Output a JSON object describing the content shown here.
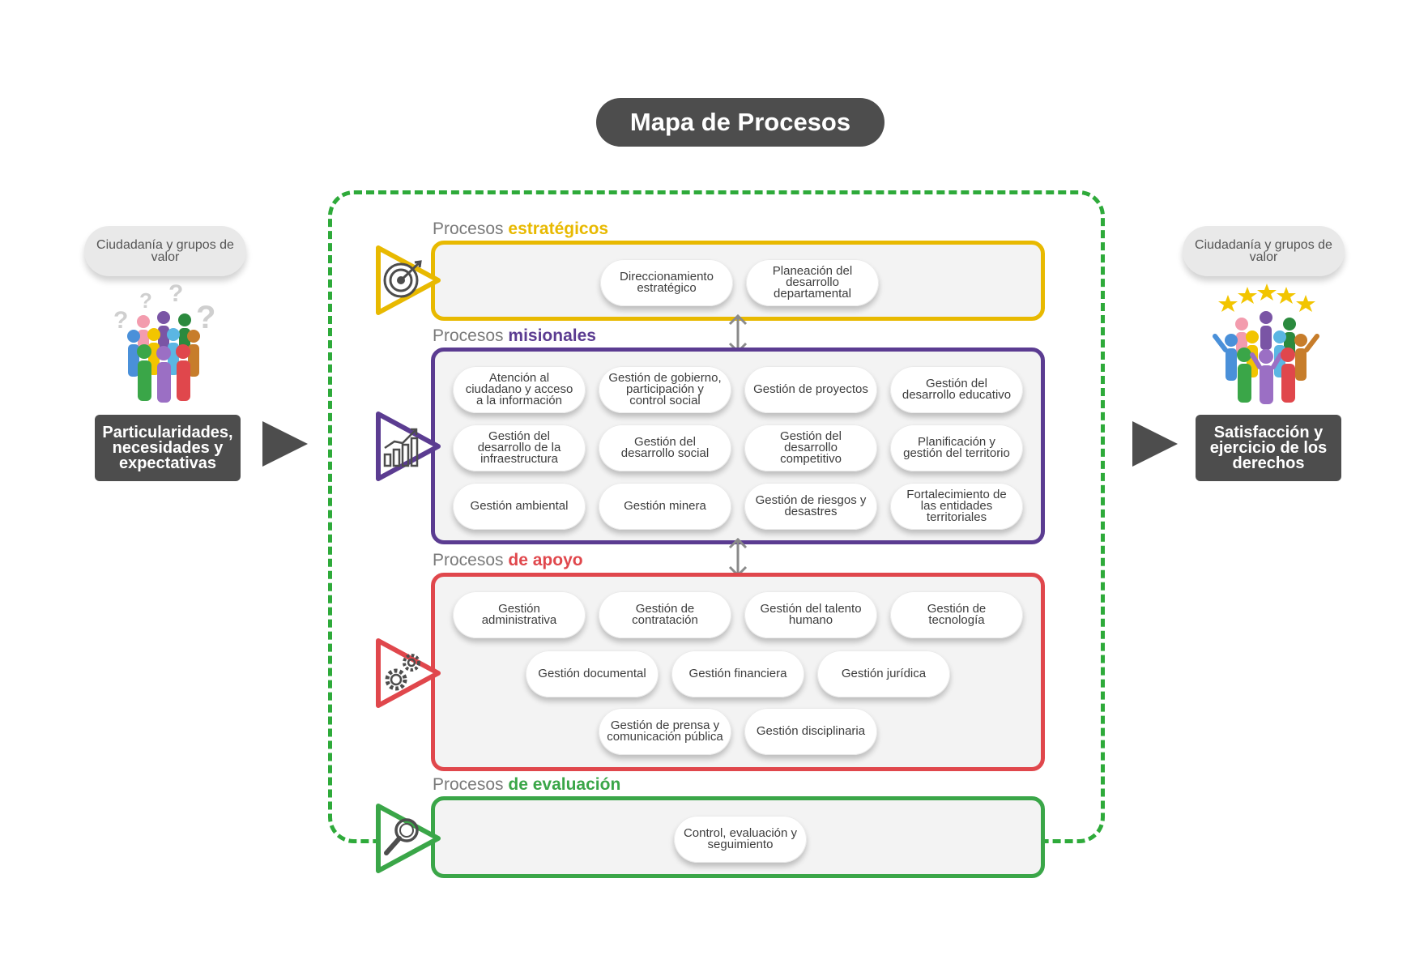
{
  "title": "Mapa de Procesos",
  "colors": {
    "strategic": "#e8b900",
    "missional": "#5b3c91",
    "support": "#e0474c",
    "evaluation": "#3aa648",
    "outer_dash": "#2eaa3a",
    "dark": "#4d4d4d"
  },
  "left": {
    "stakeholder": "Ciudadanía y grupos de valor",
    "box": "Particularidades, necesidades y expectativas"
  },
  "right": {
    "stakeholder": "Ciudadanía y grupos de valor",
    "box": "Satisfacción y ejercicio de los derechos"
  },
  "sections": {
    "strategic": {
      "prefix": "Procesos",
      "name": "estratégicos",
      "icon": "target-icon",
      "items": [
        "Direccionamiento estratégico",
        "Planeación del desarrollo departamental"
      ]
    },
    "missional": {
      "prefix": "Procesos",
      "name": "misionales",
      "icon": "growth-chart-icon",
      "items": [
        "Atención al ciudadano y acceso a la información",
        "Gestión de gobierno, participación y control social",
        "Gestión de proyectos",
        "Gestión del desarrollo educativo",
        "Gestión del desarrollo de la infraestructura",
        "Gestión del desarrollo social",
        "Gestión del desarrollo competitivo",
        "Planificación y gestión del territorio",
        "Gestión ambiental",
        "Gestión minera",
        "Gestión de riesgos y desastres",
        "Fortalecimiento de las entidades territoriales"
      ]
    },
    "support": {
      "prefix": "Procesos",
      "name": "de apoyo",
      "icon": "gears-icon",
      "items": [
        "Gestión administrativa",
        "Gestión de contratación",
        "Gestión del talento humano",
        "Gestión de tecnología",
        "Gestión documental",
        "Gestión financiera",
        "Gestión jurídica",
        "Gestión de prensa y comunicación pública",
        "Gestión disciplinaria"
      ]
    },
    "evaluation": {
      "prefix": "Procesos",
      "name": "de evaluación",
      "icon": "magnifier-icon",
      "items": [
        "Control, evaluación y seguimiento"
      ]
    }
  }
}
